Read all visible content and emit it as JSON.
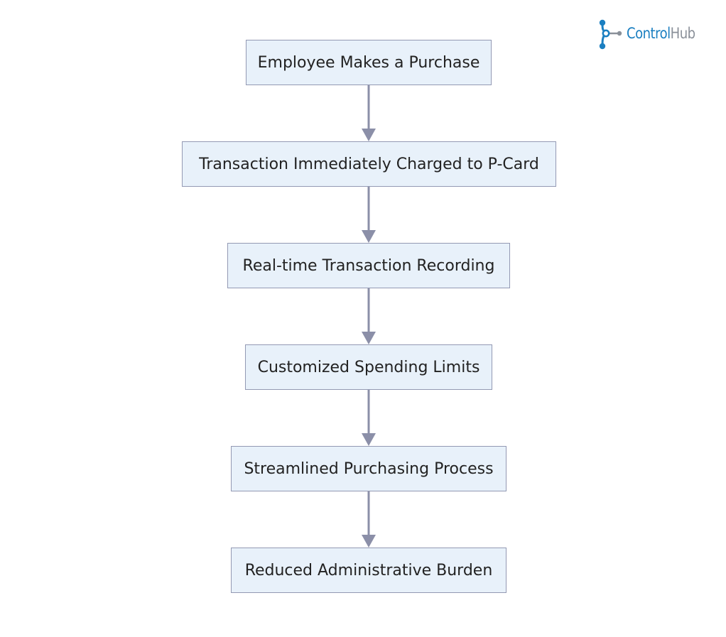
{
  "logo": {
    "text_primary": "Control",
    "text_secondary": "Hub",
    "icon": "network-nodes-icon",
    "colors": {
      "primary": "#1b7fc1",
      "secondary": "#8a9099"
    }
  },
  "flowchart": {
    "direction": "top-to-bottom",
    "colors": {
      "node_fill": "#e8f1fa",
      "node_border": "#9399b3",
      "edge": "#8b8fa8",
      "text": "#222222"
    },
    "nodes": [
      {
        "id": "n1",
        "label": "Employee Makes a Purchase"
      },
      {
        "id": "n2",
        "label": "Transaction Immediately Charged to P-Card"
      },
      {
        "id": "n3",
        "label": "Real-time Transaction Recording"
      },
      {
        "id": "n4",
        "label": "Customized Spending Limits"
      },
      {
        "id": "n5",
        "label": "Streamlined Purchasing Process"
      },
      {
        "id": "n6",
        "label": "Reduced Administrative Burden"
      }
    ],
    "edges": [
      {
        "from": "n1",
        "to": "n2"
      },
      {
        "from": "n2",
        "to": "n3"
      },
      {
        "from": "n3",
        "to": "n4"
      },
      {
        "from": "n4",
        "to": "n5"
      },
      {
        "from": "n5",
        "to": "n6"
      }
    ]
  }
}
